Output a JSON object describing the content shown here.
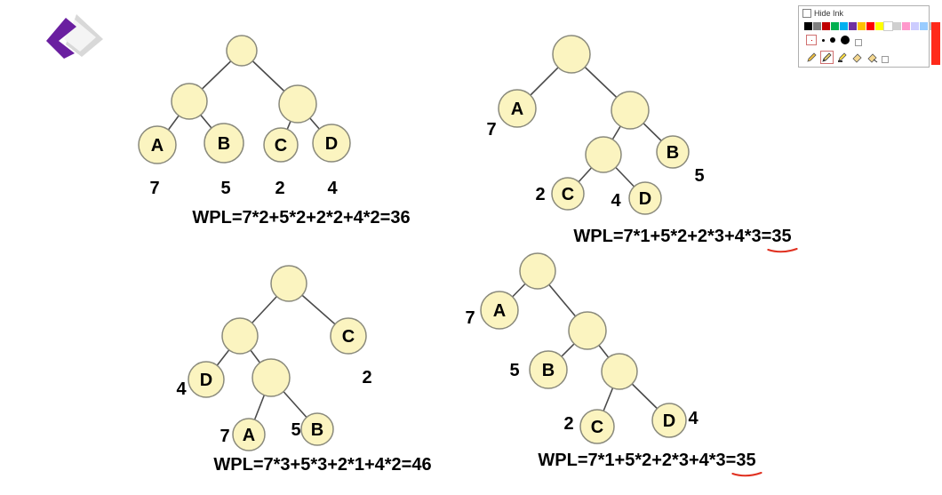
{
  "colors": {
    "node_fill": "#fbf4c0",
    "node_stroke": "#8a8a7c",
    "edge": "#4a4a4a",
    "text": "#000000",
    "ink_red": "#e03020",
    "logo_purple": "#6a1fa0",
    "logo_gray": "#d8d8d8"
  },
  "logo": {
    "icon": "app-logo-icon"
  },
  "ink_toolbar": {
    "hide_ink_label": "Hide Ink",
    "swatches": [
      "#000000",
      "#7f7f7f",
      "#c00000",
      "#00b050",
      "#00b0f0",
      "#7030a0",
      "#ffc000",
      "#ff0000",
      "#ffff00",
      "#ffffff",
      "#d0d0d0",
      "#ff99cc",
      "#ccccff",
      "#99ccff",
      "#c0c0c0"
    ],
    "tools": [
      "pencil-icon",
      "pen-icon",
      "highlighter-icon",
      "eraser-icon",
      "clear-ink-icon"
    ],
    "pen_color": "#ff2a1a"
  },
  "diagrams": [
    {
      "id": "tree1",
      "formula": "WPL=7*2+5*2+2*2+4*2=36",
      "underline_result": false,
      "nodes": [
        {
          "id": "r",
          "label": ""
        },
        {
          "id": "n1",
          "label": ""
        },
        {
          "id": "n2",
          "label": ""
        },
        {
          "id": "A",
          "label": "A",
          "weight": "7"
        },
        {
          "id": "B",
          "label": "B",
          "weight": "5"
        },
        {
          "id": "C",
          "label": "C",
          "weight": "2"
        },
        {
          "id": "D",
          "label": "D",
          "weight": "4"
        }
      ]
    },
    {
      "id": "tree2",
      "formula_prefix": "WPL=7*1+5*2+2*3+4*3=",
      "formula_result": "35",
      "underline_result": true,
      "nodes": [
        {
          "id": "r",
          "label": ""
        },
        {
          "id": "A",
          "label": "A",
          "weight": "7"
        },
        {
          "id": "n1",
          "label": ""
        },
        {
          "id": "n2",
          "label": ""
        },
        {
          "id": "B",
          "label": "B",
          "weight": "5"
        },
        {
          "id": "C",
          "label": "C",
          "weight": "2"
        },
        {
          "id": "D",
          "label": "D",
          "weight": "4"
        }
      ]
    },
    {
      "id": "tree3",
      "formula": "WPL=7*3+5*3+2*1+4*2=46",
      "underline_result": false,
      "nodes": [
        {
          "id": "r",
          "label": ""
        },
        {
          "id": "n1",
          "label": ""
        },
        {
          "id": "C",
          "label": "C",
          "weight": "2"
        },
        {
          "id": "D",
          "label": "D",
          "weight": "4"
        },
        {
          "id": "n2",
          "label": ""
        },
        {
          "id": "A",
          "label": "A",
          "weight": "7"
        },
        {
          "id": "B",
          "label": "B",
          "weight": "5"
        }
      ]
    },
    {
      "id": "tree4",
      "formula_prefix": "WPL=7*1+5*2+2*3+4*3=",
      "formula_result": "35",
      "underline_result": true,
      "nodes": [
        {
          "id": "r",
          "label": ""
        },
        {
          "id": "A",
          "label": "A",
          "weight": "7"
        },
        {
          "id": "n1",
          "label": ""
        },
        {
          "id": "B",
          "label": "B",
          "weight": "5"
        },
        {
          "id": "n2",
          "label": ""
        },
        {
          "id": "C",
          "label": "C",
          "weight": "2"
        },
        {
          "id": "D",
          "label": "D",
          "weight": "4"
        }
      ]
    }
  ]
}
